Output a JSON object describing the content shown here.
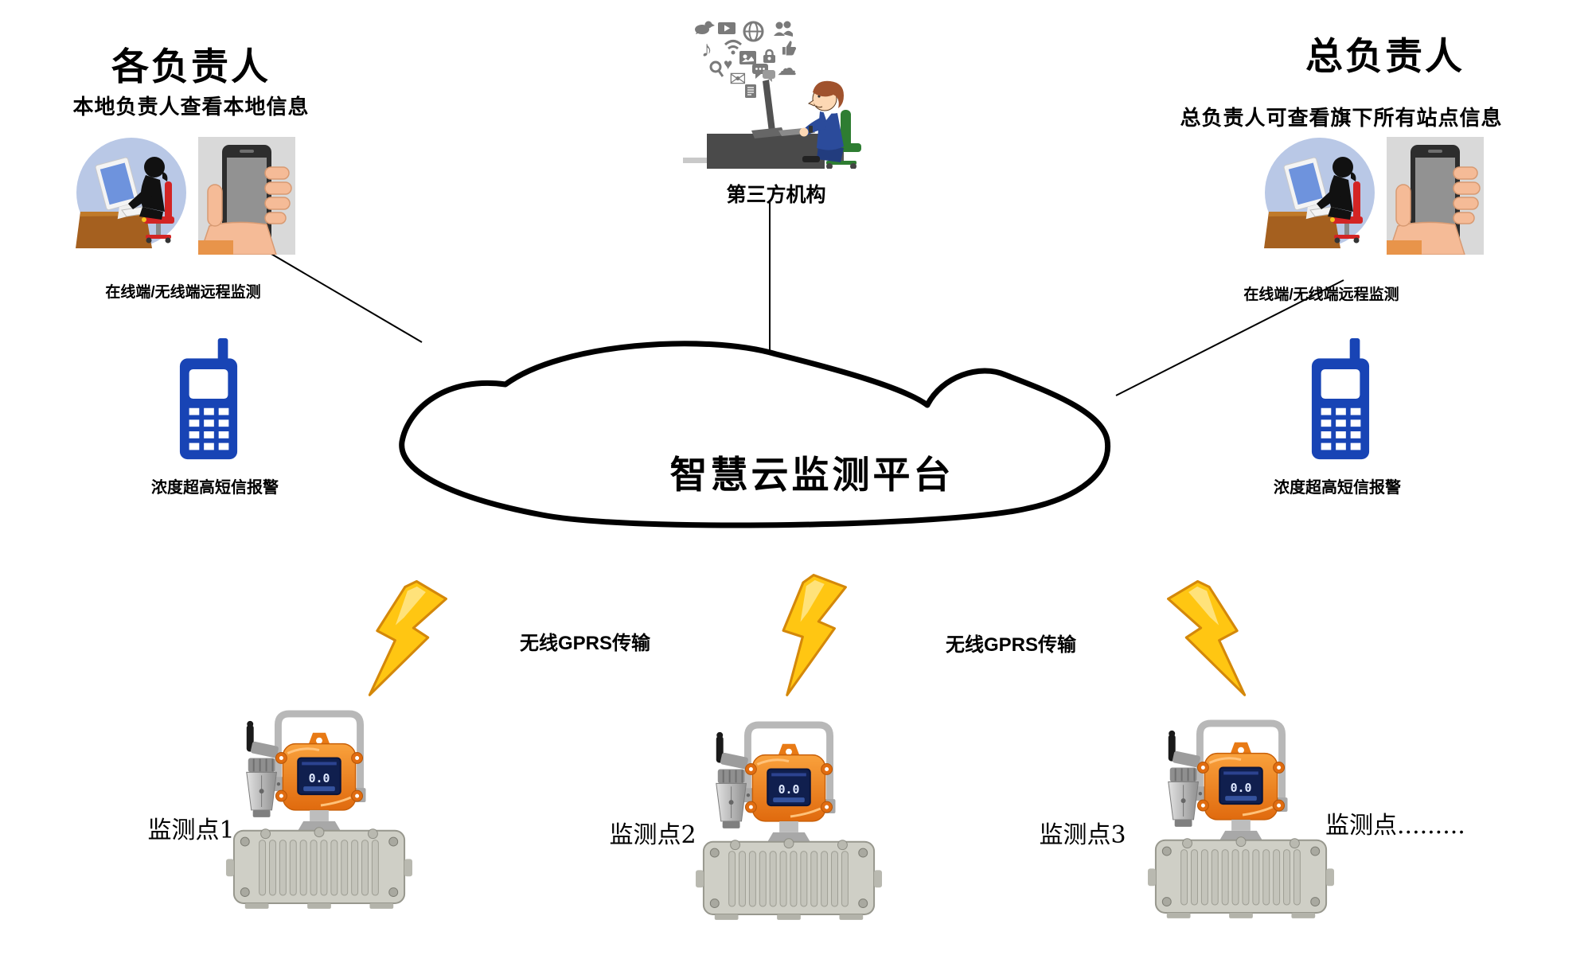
{
  "left": {
    "title": "各负责人",
    "subtitle": "本地负责人查看本地信息",
    "remote_label": "在线端/无线端远程监测",
    "sms_label": "浓度超高短信报警"
  },
  "right": {
    "title": "总负责人",
    "subtitle": "总负责人可查看旗下所有站点信息",
    "remote_label": "在线端/无线端远程监测",
    "sms_label": "浓度超高短信报警"
  },
  "center": {
    "third_party_label": "第三方机构",
    "cloud_title": "智慧云监测平台",
    "social_icons": [
      "bird",
      "video",
      "globe",
      "people",
      "music-note",
      "wifi",
      "thumbs-up",
      "heart",
      "photo",
      "lock",
      "search",
      "envelope",
      "chat",
      "cloud",
      "document"
    ]
  },
  "transmission": {
    "left_label": "无线GPRS传输",
    "right_label": "无线GPRS传输"
  },
  "devices": {
    "screen_value": "0.0",
    "points": [
      {
        "label": "监测点1"
      },
      {
        "label": "监测点2"
      },
      {
        "label": "监测点3"
      },
      {
        "label": "监测点........."
      }
    ]
  },
  "colors": {
    "phone_blue": "#1844b5",
    "bolt_gold": "#ffc612",
    "detector_orange": "#ee7a1d",
    "cloud_outline": "#000000"
  }
}
